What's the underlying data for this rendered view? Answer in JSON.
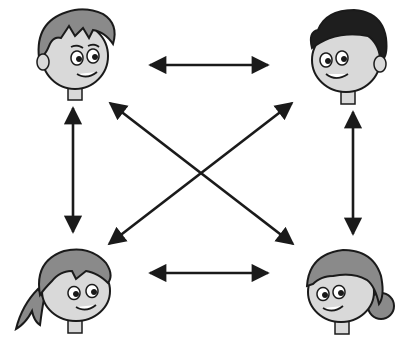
{
  "diagram": {
    "people": [
      {
        "id": "top-left",
        "hair": "brown-spiky",
        "gender": "boy"
      },
      {
        "id": "top-right",
        "hair": "black-short",
        "gender": "boy"
      },
      {
        "id": "bottom-left",
        "hair": "brown-ponytail",
        "gender": "girl"
      },
      {
        "id": "bottom-right",
        "hair": "brown-bun",
        "gender": "girl"
      }
    ],
    "connections": [
      {
        "from": "top-left",
        "to": "top-right",
        "style": "double-arrow"
      },
      {
        "from": "bottom-left",
        "to": "bottom-right",
        "style": "double-arrow"
      },
      {
        "from": "top-left",
        "to": "bottom-left",
        "style": "double-arrow"
      },
      {
        "from": "top-right",
        "to": "bottom-right",
        "style": "double-arrow"
      },
      {
        "from": "top-left",
        "to": "bottom-right",
        "style": "double-arrow"
      },
      {
        "from": "top-right",
        "to": "bottom-left",
        "style": "double-arrow"
      }
    ],
    "colors": {
      "line": "#1a1a1a",
      "skin": "#d9d9d9",
      "hair_light": "#8a8a8a",
      "hair_dark": "#1e1e1e",
      "background": "#ffffff"
    }
  }
}
